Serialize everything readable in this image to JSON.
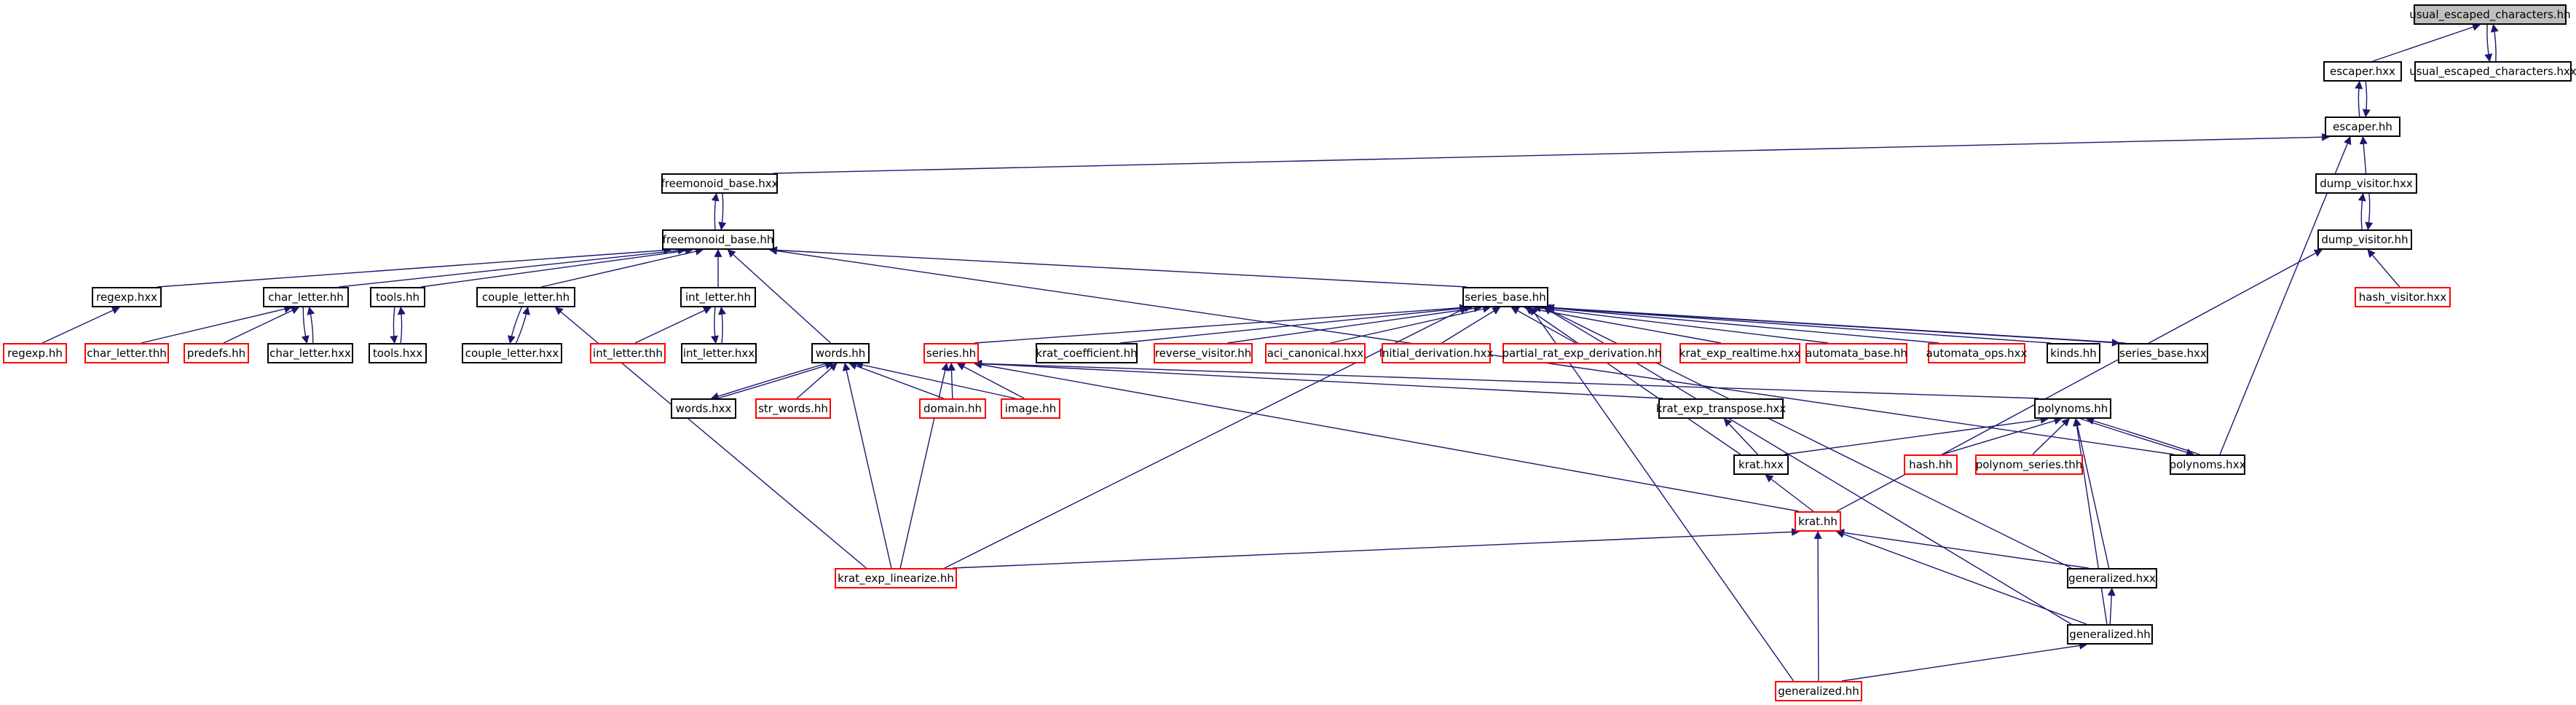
{
  "colors": {
    "edge": "#191970",
    "node_border": "#000000",
    "node_border_missing": "#ff0000",
    "root_fill": "#bfbfbf"
  },
  "nodes": [
    {
      "id": "usual_escaped_characters_hh",
      "label": "usual_escaped_characters.hh",
      "style": "root"
    },
    {
      "id": "escaper_hxx",
      "label": "escaper.hxx",
      "style": "normal"
    },
    {
      "id": "usual_escaped_characters_hxx",
      "label": "usual_escaped_characters.hxx",
      "style": "normal"
    },
    {
      "id": "escaper_hh",
      "label": "escaper.hh",
      "style": "normal"
    },
    {
      "id": "freemonoid_base_hxx",
      "label": "freemonoid_base.hxx",
      "style": "normal"
    },
    {
      "id": "dump_visitor_hxx",
      "label": "dump_visitor.hxx",
      "style": "normal"
    },
    {
      "id": "freemonoid_base_hh",
      "label": "freemonoid_base.hh",
      "style": "normal"
    },
    {
      "id": "dump_visitor_hh",
      "label": "dump_visitor.hh",
      "style": "normal"
    },
    {
      "id": "regexp_hxx",
      "label": "regexp.hxx",
      "style": "normal"
    },
    {
      "id": "char_letter_hh",
      "label": "char_letter.hh",
      "style": "normal"
    },
    {
      "id": "tools_hh",
      "label": "tools.hh",
      "style": "normal"
    },
    {
      "id": "couple_letter_hh",
      "label": "couple_letter.hh",
      "style": "normal"
    },
    {
      "id": "int_letter_hh",
      "label": "int_letter.hh",
      "style": "normal"
    },
    {
      "id": "series_base_hh",
      "label": "series_base.hh",
      "style": "normal"
    },
    {
      "id": "hash_visitor_hxx",
      "label": "hash_visitor.hxx",
      "style": "missing"
    },
    {
      "id": "regexp_hh",
      "label": "regexp.hh",
      "style": "missing"
    },
    {
      "id": "char_letter_thh",
      "label": "char_letter.thh",
      "style": "missing"
    },
    {
      "id": "predefs_hh",
      "label": "predefs.hh",
      "style": "missing"
    },
    {
      "id": "char_letter_hxx",
      "label": "char_letter.hxx",
      "style": "normal"
    },
    {
      "id": "tools_hxx",
      "label": "tools.hxx",
      "style": "normal"
    },
    {
      "id": "couple_letter_hxx",
      "label": "couple_letter.hxx",
      "style": "normal"
    },
    {
      "id": "int_letter_thh",
      "label": "int_letter.thh",
      "style": "missing"
    },
    {
      "id": "int_letter_hxx",
      "label": "int_letter.hxx",
      "style": "normal"
    },
    {
      "id": "words_hh",
      "label": "words.hh",
      "style": "normal"
    },
    {
      "id": "series_hh",
      "label": "series.hh",
      "style": "missing"
    },
    {
      "id": "krat_coefficient_hh",
      "label": "krat_coefficient.hh",
      "style": "normal"
    },
    {
      "id": "reverse_visitor_hh",
      "label": "reverse_visitor.hh",
      "style": "missing"
    },
    {
      "id": "aci_canonical_hxx",
      "label": "aci_canonical.hxx",
      "style": "missing"
    },
    {
      "id": "initial_derivation_hxx",
      "label": "initial_derivation.hxx",
      "style": "missing"
    },
    {
      "id": "partial_rat_exp_derivation_hh",
      "label": "partial_rat_exp_derivation.hh",
      "style": "missing"
    },
    {
      "id": "krat_exp_realtime_hxx",
      "label": "krat_exp_realtime.hxx",
      "style": "missing"
    },
    {
      "id": "automata_base_hh",
      "label": "automata_base.hh",
      "style": "missing"
    },
    {
      "id": "automata_ops_hxx",
      "label": "automata_ops.hxx",
      "style": "missing"
    },
    {
      "id": "kinds_hh",
      "label": "kinds.hh",
      "style": "normal"
    },
    {
      "id": "series_base_hxx",
      "label": "series_base.hxx",
      "style": "normal"
    },
    {
      "id": "words_hxx",
      "label": "words.hxx",
      "style": "normal"
    },
    {
      "id": "str_words_hh",
      "label": "str_words.hh",
      "style": "missing"
    },
    {
      "id": "domain_hh",
      "label": "domain.hh",
      "style": "missing"
    },
    {
      "id": "image_hh",
      "label": "image.hh",
      "style": "missing"
    },
    {
      "id": "krat_exp_transpose_hxx",
      "label": "krat_exp_transpose.hxx",
      "style": "normal"
    },
    {
      "id": "polynoms_hh",
      "label": "polynoms.hh",
      "style": "normal"
    },
    {
      "id": "krat_hxx",
      "label": "krat.hxx",
      "style": "normal"
    },
    {
      "id": "hash_hh",
      "label": "hash.hh",
      "style": "missing"
    },
    {
      "id": "polynom_series_thh",
      "label": "polynom_series.thh",
      "style": "missing"
    },
    {
      "id": "polynoms_hxx",
      "label": "polynoms.hxx",
      "style": "normal"
    },
    {
      "id": "krat_hh",
      "label": "krat.hh",
      "style": "missing"
    },
    {
      "id": "krat_exp_linearize_hh",
      "label": "krat_exp_linearize.hh",
      "style": "missing"
    },
    {
      "id": "generalized_hxx",
      "label": "generalized.hxx",
      "style": "normal"
    },
    {
      "id": "generalized_hh",
      "label": "generalized.hh",
      "style": "normal"
    },
    {
      "id": "generalized_hh_2",
      "label": "generalized.hh",
      "style": "missing"
    }
  ],
  "edges": [
    [
      "usual_escaped_characters_hh",
      "escaper_hxx"
    ],
    [
      "usual_escaped_characters_hh",
      "usual_escaped_characters_hxx"
    ],
    [
      "usual_escaped_characters_hxx",
      "usual_escaped_characters_hh"
    ],
    [
      "escaper_hxx",
      "escaper_hh"
    ],
    [
      "escaper_hh",
      "escaper_hxx"
    ],
    [
      "escaper_hh",
      "freemonoid_base_hxx"
    ],
    [
      "escaper_hh",
      "dump_visitor_hxx"
    ],
    [
      "escaper_hh",
      "polynoms_hxx"
    ],
    [
      "freemonoid_base_hxx",
      "freemonoid_base_hh"
    ],
    [
      "freemonoid_base_hh",
      "freemonoid_base_hxx"
    ],
    [
      "dump_visitor_hxx",
      "dump_visitor_hh"
    ],
    [
      "dump_visitor_hh",
      "dump_visitor_hxx"
    ],
    [
      "dump_visitor_hh",
      "hash_visitor_hxx"
    ],
    [
      "dump_visitor_hh",
      "krat_hh"
    ],
    [
      "freemonoid_base_hh",
      "regexp_hxx"
    ],
    [
      "freemonoid_base_hh",
      "char_letter_hh"
    ],
    [
      "freemonoid_base_hh",
      "tools_hh"
    ],
    [
      "freemonoid_base_hh",
      "couple_letter_hh"
    ],
    [
      "freemonoid_base_hh",
      "int_letter_hh"
    ],
    [
      "freemonoid_base_hh",
      "words_hh"
    ],
    [
      "freemonoid_base_hh",
      "series_base_hh"
    ],
    [
      "freemonoid_base_hh",
      "polynoms_hxx"
    ],
    [
      "regexp_hxx",
      "regexp_hh"
    ],
    [
      "char_letter_hh",
      "char_letter_thh"
    ],
    [
      "char_letter_hh",
      "predefs_hh"
    ],
    [
      "char_letter_hh",
      "char_letter_hxx"
    ],
    [
      "char_letter_hxx",
      "char_letter_hh"
    ],
    [
      "tools_hh",
      "tools_hxx"
    ],
    [
      "tools_hxx",
      "tools_hh"
    ],
    [
      "couple_letter_hh",
      "couple_letter_hxx"
    ],
    [
      "couple_letter_hxx",
      "couple_letter_hh"
    ],
    [
      "couple_letter_hh",
      "krat_exp_linearize_hh"
    ],
    [
      "int_letter_hh",
      "int_letter_thh"
    ],
    [
      "int_letter_hh",
      "int_letter_hxx"
    ],
    [
      "int_letter_hxx",
      "int_letter_hh"
    ],
    [
      "words_hh",
      "words_hxx"
    ],
    [
      "words_hxx",
      "words_hh"
    ],
    [
      "words_hh",
      "str_words_hh"
    ],
    [
      "words_hh",
      "domain_hh"
    ],
    [
      "words_hh",
      "image_hh"
    ],
    [
      "words_hh",
      "krat_exp_linearize_hh"
    ],
    [
      "series_base_hh",
      "series_hh"
    ],
    [
      "series_base_hh",
      "krat_coefficient_hh"
    ],
    [
      "series_base_hh",
      "reverse_visitor_hh"
    ],
    [
      "series_base_hh",
      "aci_canonical_hxx"
    ],
    [
      "series_base_hh",
      "initial_derivation_hxx"
    ],
    [
      "series_base_hh",
      "partial_rat_exp_derivation_hh"
    ],
    [
      "series_base_hh",
      "krat_exp_realtime_hxx"
    ],
    [
      "series_base_hh",
      "automata_base_hh"
    ],
    [
      "series_base_hh",
      "automata_ops_hxx"
    ],
    [
      "series_base_hh",
      "kinds_hh"
    ],
    [
      "series_base_hh",
      "series_base_hxx"
    ],
    [
      "series_base_hxx",
      "series_base_hh"
    ],
    [
      "series_base_hh",
      "krat_exp_linearize_hh"
    ],
    [
      "series_base_hh",
      "generalized_hh_2"
    ],
    [
      "series_base_hh",
      "generalized_hxx"
    ],
    [
      "series_base_hh",
      "generalized_hh"
    ],
    [
      "series_base_hh",
      "krat_hxx"
    ],
    [
      "series_hh",
      "domain_hh"
    ],
    [
      "series_hh",
      "image_hh"
    ],
    [
      "series_hh",
      "krat_exp_transpose_hxx"
    ],
    [
      "series_hh",
      "polynoms_hh"
    ],
    [
      "series_hh",
      "krat_hh"
    ],
    [
      "series_hh",
      "krat_exp_linearize_hh"
    ],
    [
      "krat_exp_transpose_hxx",
      "krat_hxx"
    ],
    [
      "polynoms_hh",
      "krat_hxx"
    ],
    [
      "polynoms_hh",
      "hash_hh"
    ],
    [
      "polynoms_hh",
      "polynom_series_thh"
    ],
    [
      "polynoms_hh",
      "polynoms_hxx"
    ],
    [
      "polynoms_hxx",
      "polynoms_hh"
    ],
    [
      "polynoms_hh",
      "generalized_hxx"
    ],
    [
      "polynoms_hh",
      "generalized_hh"
    ],
    [
      "krat_hxx",
      "krat_hh"
    ],
    [
      "krat_hh",
      "krat_exp_linearize_hh"
    ],
    [
      "krat_hh",
      "generalized_hxx"
    ],
    [
      "krat_hh",
      "generalized_hh"
    ],
    [
      "krat_hh",
      "generalized_hh_2"
    ],
    [
      "generalized_hxx",
      "generalized_hh"
    ],
    [
      "generalized_hh",
      "generalized_hh_2"
    ]
  ]
}
